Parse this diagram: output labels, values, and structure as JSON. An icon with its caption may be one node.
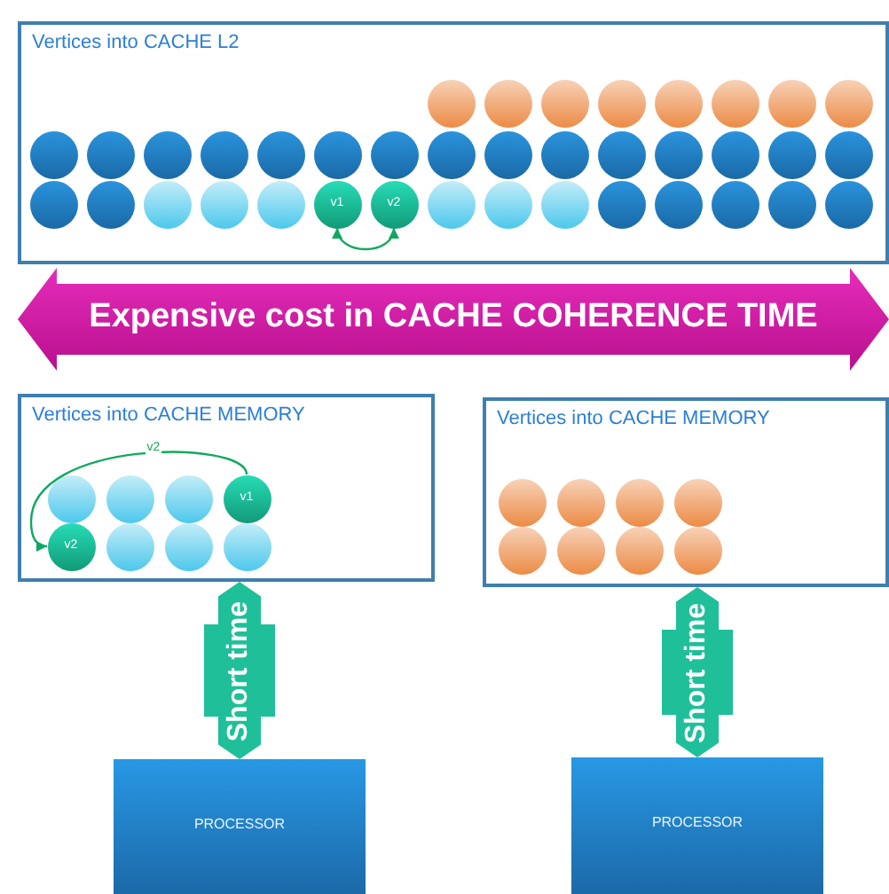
{
  "diagram": {
    "nodes": [
      {
        "text": [
          "Vertices into CACHE L2"
        ]
      },
      {
        "text": [],
        "shape": "circle",
        "in": 0
      },
      {
        "text": [],
        "shape": "circle",
        "in": 0
      },
      {
        "text": [],
        "shape": "circle",
        "in": 0
      },
      {
        "text": [],
        "shape": "circle",
        "in": 0
      },
      {
        "text": [],
        "shape": "circle",
        "in": 0
      },
      {
        "text": [],
        "shape": "circle",
        "in": 0
      },
      {
        "text": [],
        "shape": "circle",
        "in": 0
      },
      {
        "text": [],
        "shape": "circle",
        "in": 0
      },
      {
        "text": [],
        "shape": "circle",
        "in": 0
      },
      {
        "text": [],
        "shape": "circle",
        "in": 0
      },
      {
        "text": [],
        "shape": "circle",
        "in": 0
      },
      {
        "text": [],
        "shape": "circle",
        "in": 0
      },
      {
        "text": [],
        "shape": "circle",
        "in": 0
      },
      {
        "text": [],
        "shape": "circle",
        "in": 0
      },
      {
        "text": [],
        "shape": "circle",
        "in": 0
      },
      {
        "text": [],
        "shape": "circle",
        "in": 0
      },
      {
        "text": [],
        "shape": "circle",
        "in": 0
      },
      {
        "text": [],
        "shape": "circle",
        "in": 0
      },
      {
        "text": [],
        "shape": "circle",
        "in": 0
      },
      {
        "text": [],
        "shape": "circle",
        "in": 0
      },
      {
        "text": [],
        "shape": "circle",
        "in": 0
      },
      {
        "text": [],
        "shape": "circle",
        "in": 0
      },
      {
        "text": [],
        "shape": "circle",
        "in": 0
      },
      {
        "text": [],
        "shape": "circle",
        "in": 0
      },
      {
        "text": [],
        "shape": "circle",
        "in": 0
      },
      {
        "text": [],
        "shape": "circle",
        "in": 0
      },
      {
        "text": [],
        "shape": "circle",
        "in": 0
      },
      {
        "text": [],
        "shape": "circle",
        "in": 0
      },
      {
        "text": [
          "v1"
        ],
        "in": 0
      },
      {
        "text": [
          "v2"
        ],
        "in": 0
      },
      {
        "text": [],
        "shape": "circle",
        "in": 0
      },
      {
        "text": [],
        "shape": "circle",
        "in": 0
      },
      {
        "text": [],
        "shape": "circle",
        "in": 0
      },
      {
        "text": [],
        "shape": "circle",
        "in": 0
      },
      {
        "text": [],
        "shape": "circle",
        "in": 0
      },
      {
        "text": [],
        "shape": "circle",
        "in": 0
      },
      {
        "text": [],
        "shape": "circle",
        "in": 0
      },
      {
        "text": [],
        "shape": "circle",
        "in": 0
      },
      {
        "text": [
          "Expensive cost in CACHE COHERENCE TIME"
        ]
      },
      {
        "text": [
          "Vertices into CACHE MEMORY"
        ]
      },
      {
        "text": [],
        "shape": "circle",
        "in": 40
      },
      {
        "text": [],
        "shape": "circle",
        "in": 40
      },
      {
        "text": [],
        "shape": "circle",
        "in": 40
      },
      {
        "text": [
          "v1"
        ],
        "in": 40
      },
      {
        "text": [
          "v2"
        ],
        "in": 40
      },
      {
        "text": [],
        "shape": "circle",
        "in": 40
      },
      {
        "text": [],
        "shape": "circle",
        "in": 40
      },
      {
        "text": [],
        "shape": "circle",
        "in": 40
      },
      {
        "text": [
          "Vertices into CACHE MEMORY"
        ]
      },
      {
        "text": [],
        "shape": "circle",
        "in": 49
      },
      {
        "text": [],
        "shape": "circle",
        "in": 49
      },
      {
        "text": [],
        "shape": "circle",
        "in": 49
      },
      {
        "text": [],
        "shape": "circle",
        "in": 49
      },
      {
        "text": [],
        "shape": "circle",
        "in": 49
      },
      {
        "text": [],
        "shape": "circle",
        "in": 49
      },
      {
        "text": [],
        "shape": "circle",
        "in": 49
      },
      {
        "text": [],
        "shape": "circle",
        "in": 49
      },
      {
        "text": [
          "PROCESSOR"
        ]
      },
      {
        "text": [
          "PROCESSOR"
        ]
      }
    ],
    "edges": [
      {
        "from": 29,
        "to": 30,
        "arrow": "both"
      },
      {
        "from": 44,
        "to": 45,
        "arrow": "to",
        "label": "v2"
      },
      {
        "from": 40,
        "to": 58,
        "arrow": "both",
        "label": "Short time",
        "style": "thick"
      },
      {
        "from": 49,
        "to": 59,
        "arrow": "both",
        "label": "Short time",
        "style": "thick"
      }
    ]
  }
}
